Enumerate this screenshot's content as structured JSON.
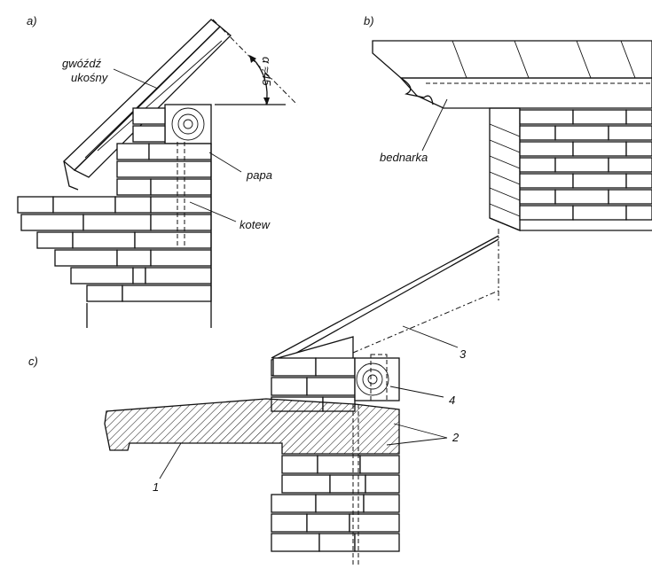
{
  "panels": {
    "a": "a)",
    "b": "b)",
    "c": "c)"
  },
  "labels": {
    "gwozdz_line1": "gwóźdź",
    "gwozdz_line2": "ukośny",
    "alpha": "α ≈45",
    "papa": "papa",
    "kotew": "kotew",
    "bednarka": "bednarka",
    "n1": "1",
    "n2": "2",
    "n3": "3",
    "n4": "4"
  }
}
